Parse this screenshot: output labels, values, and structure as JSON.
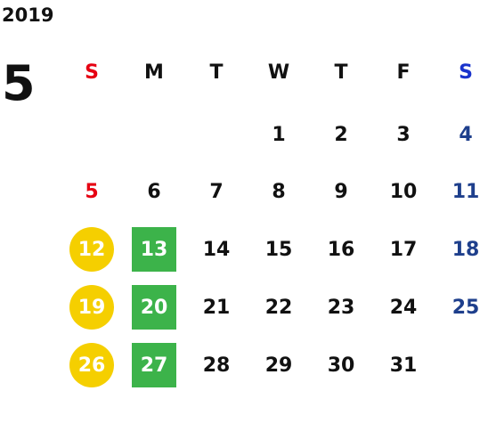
{
  "year": "2019",
  "month": "5",
  "weekdays": [
    "S",
    "M",
    "T",
    "W",
    "T",
    "F",
    "S"
  ],
  "weeks": [
    [
      "",
      "",
      "",
      "1",
      "2",
      "3",
      "4"
    ],
    [
      "5",
      "6",
      "7",
      "8",
      "9",
      "10",
      "11"
    ],
    [
      "12",
      "13",
      "14",
      "15",
      "16",
      "17",
      "18"
    ],
    [
      "19",
      "20",
      "21",
      "22",
      "23",
      "24",
      "25"
    ],
    [
      "26",
      "27",
      "28",
      "29",
      "30",
      "31",
      ""
    ]
  ],
  "colors": {
    "sunday": "#e60012",
    "saturday_header": "#1a33cc",
    "saturday": "#1e3f8c",
    "circle_highlight": "#f5cf00",
    "square_highlight": "#3cb34a"
  }
}
